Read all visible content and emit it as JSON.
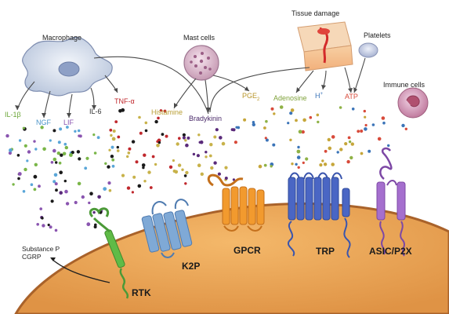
{
  "cells": {
    "macrophage": "Macrophage",
    "mast_cells": "Mast cells",
    "tissue_damage": "Tissue damage",
    "platelets": "Platelets",
    "immune_cells": "Immune cells"
  },
  "mediators": {
    "il1b": "IL-1β",
    "ngf": "NGF",
    "lif": "LIF",
    "il6": "IL-6",
    "tnfa": "TNF-α",
    "histamine": "Histamine",
    "bradykinin": "Bradykinin",
    "pge2": "PGE",
    "pge2_sub": "2",
    "adenosine": "Adenosine",
    "h_plus": "H",
    "h_plus_sup": "+",
    "atp": "ATP"
  },
  "neuropeptides": {
    "substance_p": "Substance P",
    "cgrp": "CGRP"
  },
  "receptors": {
    "rtk": "RTK",
    "k2p": "K2P",
    "gpcr": "GPCR",
    "trp": "TRP",
    "asic_p2x": "ASIC/P2X"
  },
  "colors": {
    "neuron_fill": "#e9a254",
    "neuron_border": "#a9622a",
    "rtk": "#5fbb47",
    "k2p": "#7fa9d6",
    "gpcr": "#f29a2e",
    "trp": "#4a66c4",
    "asic_p2x": "#a56fce",
    "il1b": "#7ab648",
    "ngf": "#5aa6d8",
    "lif": "#8a55b0",
    "il6": "#1a1a1a",
    "tnfa": "#c0282d",
    "histamine": "#c8b24a",
    "bradykinin": "#5a2a7a",
    "pge2": "#c6a63a",
    "adenosine": "#8fb246",
    "h_plus": "#3b74b8",
    "atp": "#d84a3a"
  }
}
